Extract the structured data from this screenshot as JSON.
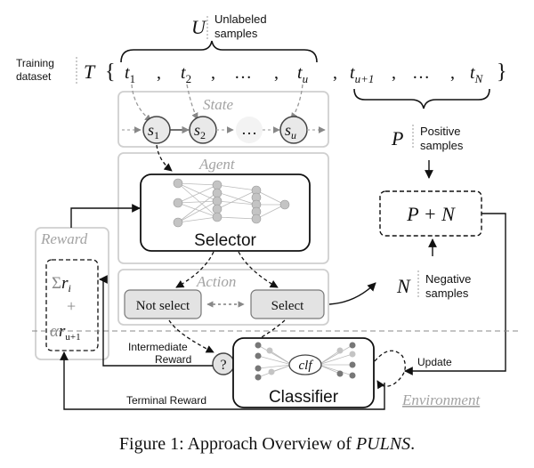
{
  "unlabeled": {
    "symbol": "U",
    "label_line1": "Unlabeled",
    "label_line2": "samples"
  },
  "training": {
    "label_line1": "Training",
    "label_line2": "dataset",
    "symbol": "T",
    "open_brace": "{",
    "close_brace": "}"
  },
  "dataset_items": [
    "t",
    "t",
    "…",
    "t",
    "t",
    "…",
    "t"
  ],
  "dataset_subs": [
    "1",
    "2",
    "",
    "u",
    "u+1",
    "",
    "N"
  ],
  "commas": [
    ",",
    ",",
    ",",
    ",",
    ",",
    ","
  ],
  "state": {
    "title": "State",
    "nodes": [
      "s",
      "s",
      "…",
      "s"
    ],
    "subs": [
      "1",
      "2",
      "",
      "u"
    ]
  },
  "agent": {
    "title": "Agent",
    "selector_label": "Selector"
  },
  "action": {
    "title": "Action",
    "not_select": "Not select",
    "select": "Select"
  },
  "reward": {
    "title": "Reward",
    "sum_symbol": "Σ",
    "r": "r",
    "r_sub": "i",
    "plus": "+",
    "alpha": "α",
    "r2": "r",
    "r2_sub": "u+1"
  },
  "positive": {
    "symbol": "P",
    "label_line1": "Positive",
    "label_line2": "samples"
  },
  "negative": {
    "symbol": "N",
    "label_line1": "Negative",
    "label_line2": "samples"
  },
  "pn_box": {
    "text": "P + N"
  },
  "environment": {
    "title": "Environment",
    "classifier_label": "Classifier",
    "clf": "clf",
    "question": "?"
  },
  "labels": {
    "intermediate_line1": "Intermediate",
    "intermediate_line2": "Reward",
    "terminal": "Terminal Reward",
    "update": "Update"
  },
  "caption": {
    "prefix": "Figure 1: Approach Overview of ",
    "name": "PULNS",
    "suffix": "."
  }
}
